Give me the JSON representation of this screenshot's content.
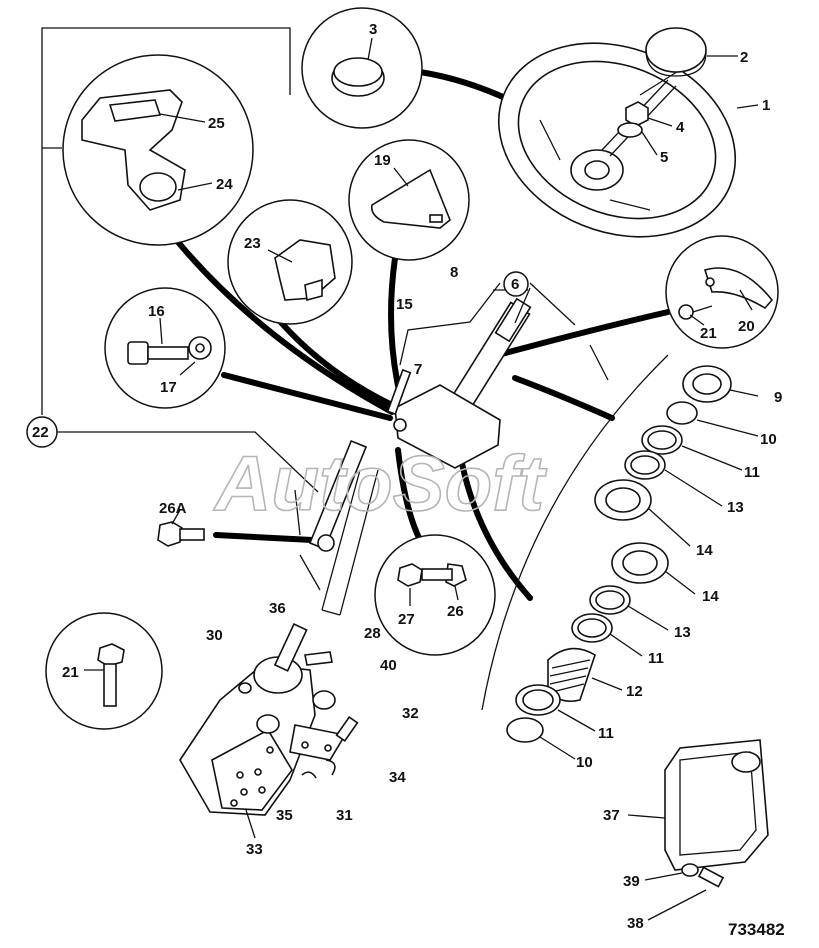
{
  "diagram": {
    "reference_number": "733482",
    "watermark": "AutoSoft",
    "callouts": [
      {
        "id": "c1",
        "text": "1"
      },
      {
        "id": "c2",
        "text": "2"
      },
      {
        "id": "c3",
        "text": "3"
      },
      {
        "id": "c4",
        "text": "4"
      },
      {
        "id": "c5",
        "text": "5"
      },
      {
        "id": "c6",
        "text": "6"
      },
      {
        "id": "c7",
        "text": "7"
      },
      {
        "id": "c8",
        "text": "8"
      },
      {
        "id": "c9",
        "text": "9"
      },
      {
        "id": "c10a",
        "text": "10"
      },
      {
        "id": "c10b",
        "text": "10"
      },
      {
        "id": "c11a",
        "text": "11"
      },
      {
        "id": "c11b",
        "text": "11"
      },
      {
        "id": "c11c",
        "text": "11"
      },
      {
        "id": "c12",
        "text": "12"
      },
      {
        "id": "c13a",
        "text": "13"
      },
      {
        "id": "c13b",
        "text": "13"
      },
      {
        "id": "c14a",
        "text": "14"
      },
      {
        "id": "c14b",
        "text": "14"
      },
      {
        "id": "c15",
        "text": "15"
      },
      {
        "id": "c16",
        "text": "16"
      },
      {
        "id": "c17",
        "text": "17"
      },
      {
        "id": "c19",
        "text": "19"
      },
      {
        "id": "c20",
        "text": "20"
      },
      {
        "id": "c21a",
        "text": "21"
      },
      {
        "id": "c21b",
        "text": "21"
      },
      {
        "id": "c22",
        "text": "22"
      },
      {
        "id": "c23",
        "text": "23"
      },
      {
        "id": "c24",
        "text": "24"
      },
      {
        "id": "c25",
        "text": "25"
      },
      {
        "id": "c26",
        "text": "26"
      },
      {
        "id": "c26A",
        "text": "26A"
      },
      {
        "id": "c27",
        "text": "27"
      },
      {
        "id": "c28",
        "text": "28"
      },
      {
        "id": "c30",
        "text": "30"
      },
      {
        "id": "c31",
        "text": "31"
      },
      {
        "id": "c32",
        "text": "32"
      },
      {
        "id": "c33",
        "text": "33"
      },
      {
        "id": "c34",
        "text": "34"
      },
      {
        "id": "c35",
        "text": "35"
      },
      {
        "id": "c36",
        "text": "36"
      },
      {
        "id": "c37",
        "text": "37"
      },
      {
        "id": "c38",
        "text": "38"
      },
      {
        "id": "c39",
        "text": "39"
      },
      {
        "id": "c40",
        "text": "40"
      }
    ]
  }
}
